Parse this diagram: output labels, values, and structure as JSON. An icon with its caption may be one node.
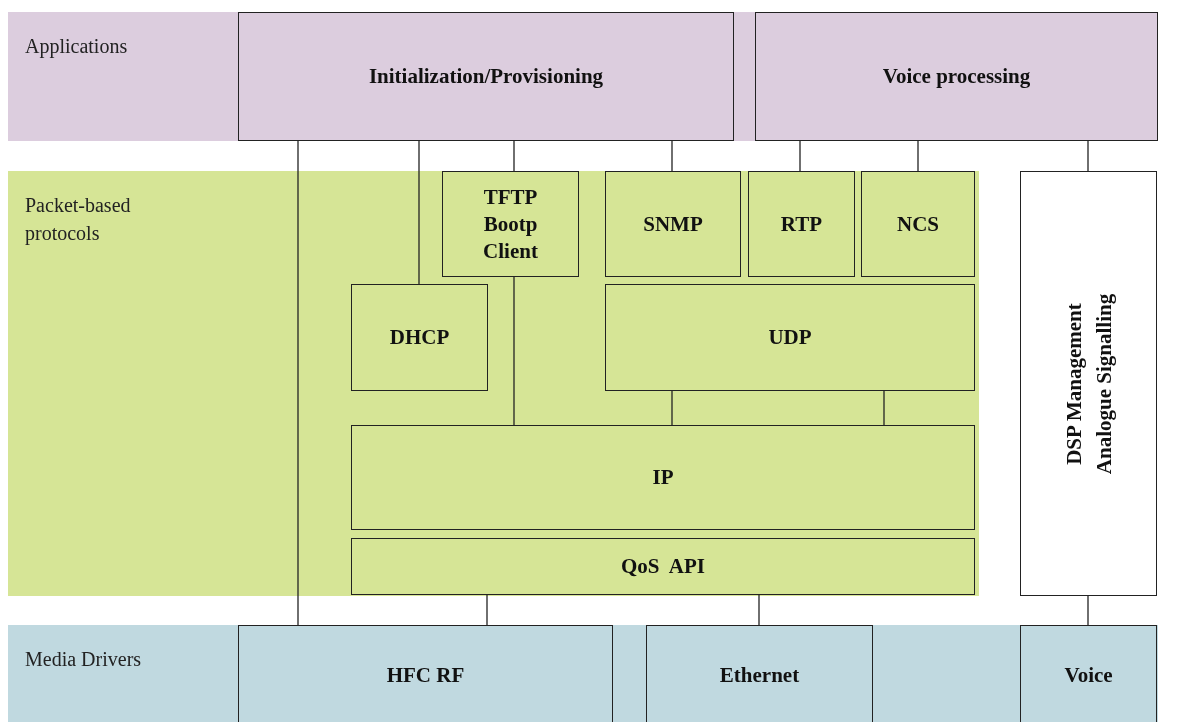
{
  "diagram": {
    "nodes": [
      {
        "text": [
          "Applications"
        ]
      },
      {
        "text": [
          "Initialization/Provisioning"
        ],
        "in": 0
      },
      {
        "text": [
          "Voice processing"
        ],
        "in": 0
      },
      {
        "text": [
          "Packet-based protocols"
        ]
      },
      {
        "text": [
          "TFTP Bootp Client"
        ],
        "in": 3
      },
      {
        "text": [
          "SNMP"
        ],
        "in": 3
      },
      {
        "text": [
          "RTP"
        ],
        "in": 3
      },
      {
        "text": [
          "NCS"
        ],
        "in": 3
      },
      {
        "text": [
          "DHCP"
        ],
        "in": 3
      },
      {
        "text": [
          "UDP"
        ],
        "in": 3
      },
      {
        "text": [
          "IP"
        ],
        "in": 3
      },
      {
        "text": [
          "QoS  API"
        ],
        "in": 3
      },
      {
        "text": [
          "DSP Management Analogue Signalling"
        ]
      },
      {
        "text": [
          "Media Drivers"
        ]
      },
      {
        "text": [
          "HFC RF"
        ],
        "in": 13
      },
      {
        "text": [
          "Ethernet"
        ],
        "in": 13
      },
      {
        "text": [
          "Voice"
        ],
        "in": 13
      }
    ],
    "edges": [
      {
        "from": 1,
        "to": 14,
        "arrow": "none"
      },
      {
        "from": 1,
        "to": 8,
        "arrow": "none"
      },
      {
        "from": 1,
        "to": 4,
        "arrow": "none"
      },
      {
        "from": 4,
        "to": 10,
        "arrow": "none"
      },
      {
        "from": 1,
        "to": 5,
        "arrow": "none"
      },
      {
        "from": 2,
        "to": 6,
        "arrow": "none"
      },
      {
        "from": 2,
        "to": 7,
        "arrow": "none"
      },
      {
        "from": 2,
        "to": 12,
        "arrow": "none"
      },
      {
        "from": 9,
        "to": 10,
        "arrow": "none"
      },
      {
        "from": 9,
        "to": 10,
        "arrow": "none"
      },
      {
        "from": 11,
        "to": 14,
        "arrow": "none"
      },
      {
        "from": 11,
        "to": 15,
        "arrow": "none"
      },
      {
        "from": 12,
        "to": 16,
        "arrow": "none"
      }
    ]
  }
}
